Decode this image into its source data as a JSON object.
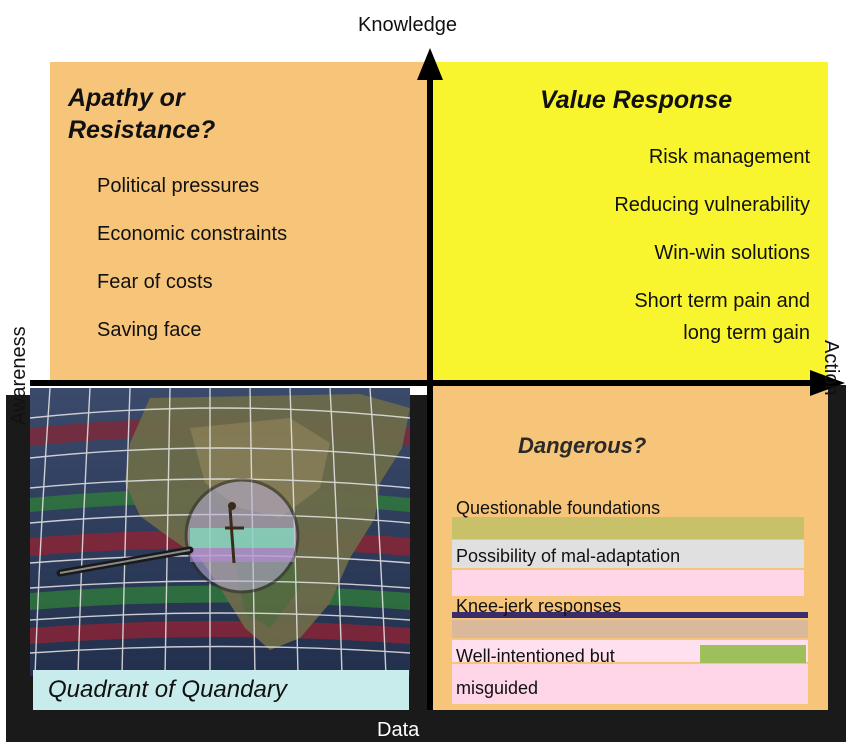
{
  "axes": {
    "top": "Knowledge",
    "right": "Action",
    "left": "Awareness",
    "bottom": "Data"
  },
  "quadrants": {
    "top_left": {
      "title": "Apathy or Resistance?",
      "items": [
        "Political pressures",
        "Economic constraints",
        "Fear of costs",
        "Saving face"
      ]
    },
    "top_right": {
      "title": "Value Response",
      "items": [
        "Risk management",
        "Reducing vulnerability",
        "Win-win solutions",
        "Short term pain and",
        "long term gain"
      ]
    },
    "bottom_right": {
      "title": "Dangerous?",
      "items": [
        "Questionable foundations",
        "Possibility of mal-adaptation",
        "Knee-jerk responses",
        "Well-intentioned but",
        "misguided"
      ]
    },
    "bottom_left": {
      "label": "Quadrant of Quandary"
    }
  },
  "colors": {
    "orange": "#f7c57a",
    "yellow": "#f8f42e",
    "axis": "#000000"
  }
}
